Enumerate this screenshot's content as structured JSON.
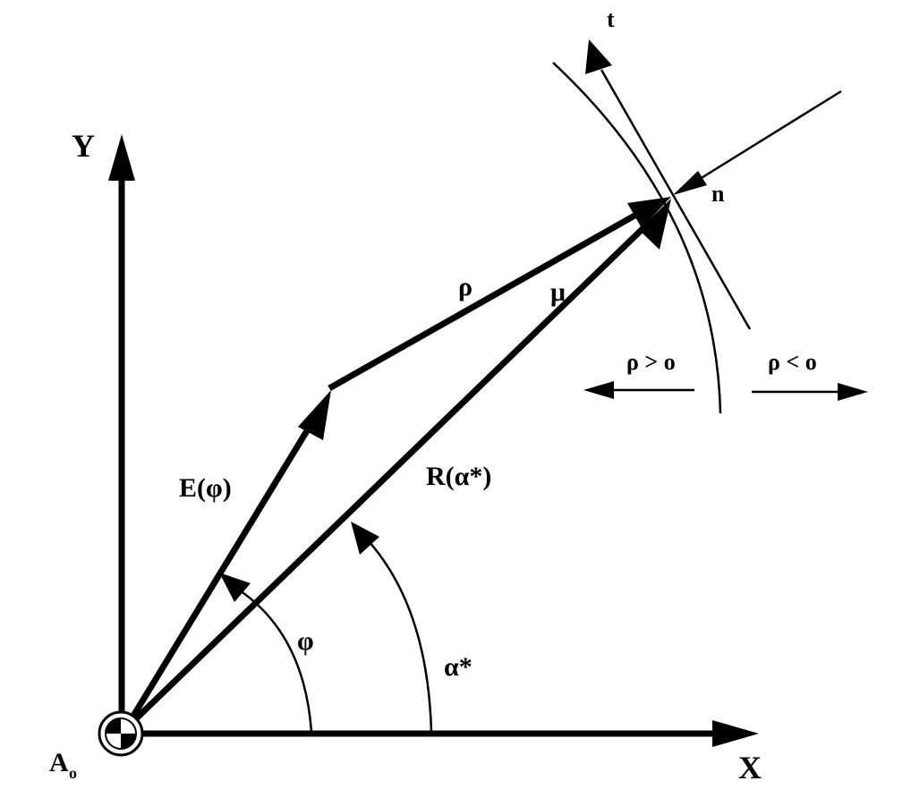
{
  "diagram": {
    "labels": {
      "y_axis": "Y",
      "x_axis": "X",
      "origin": "A",
      "origin_sub": "o",
      "tangent": "t",
      "normal": "n",
      "rho": "ρ",
      "mu": "μ",
      "rho_positive": "ρ > o",
      "rho_negative": "ρ < o",
      "vector_e": "E(φ)",
      "vector_r": "R(α*)",
      "angle_phi": "φ",
      "angle_alpha": "α*"
    }
  }
}
